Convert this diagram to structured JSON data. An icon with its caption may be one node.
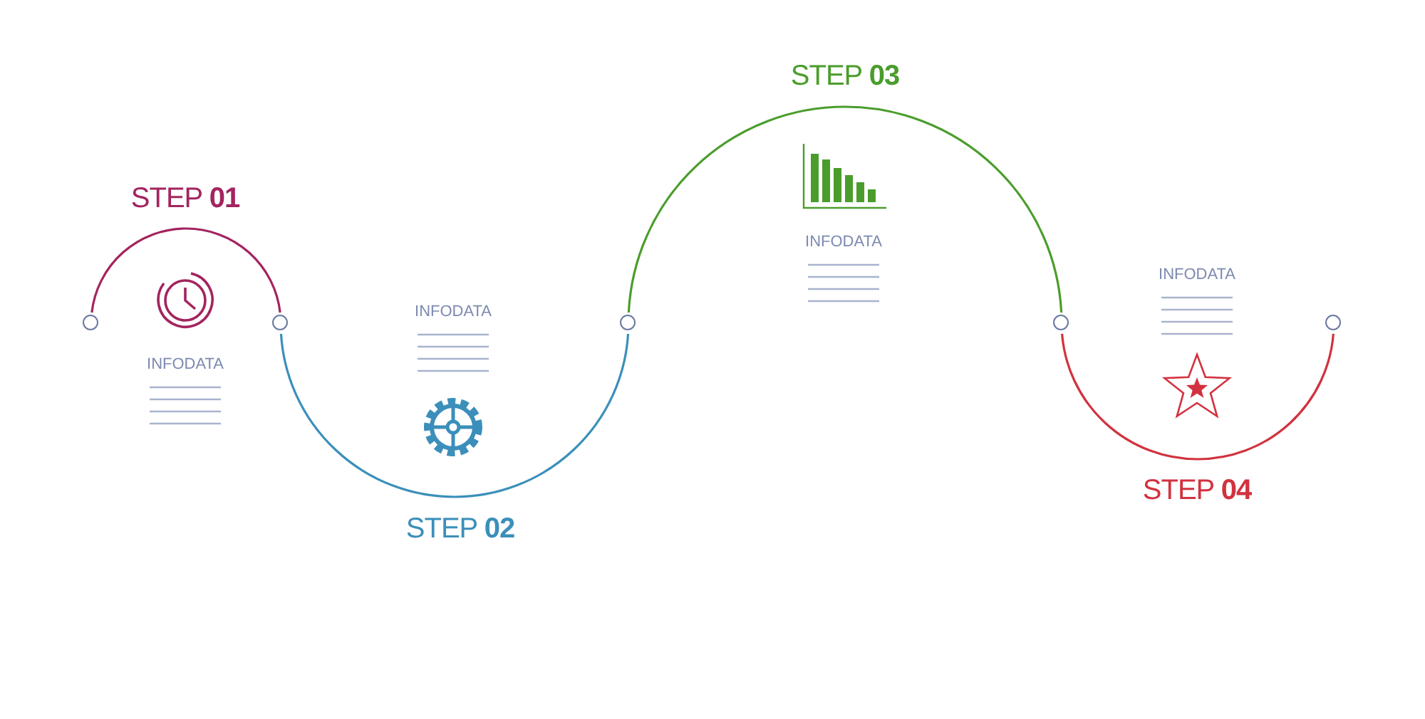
{
  "diagram": {
    "nodes": [
      {
        "text": [],
        "shape": "circle"
      },
      {
        "text": [],
        "shape": "circle"
      },
      {
        "text": [],
        "shape": "circle"
      },
      {
        "text": [],
        "shape": "circle"
      },
      {
        "text": [],
        "shape": "circle"
      }
    ],
    "edges": [
      {
        "from": 0,
        "to": 1,
        "arrow": "none",
        "label": "STEP **01**",
        "color": "#a3245f"
      },
      {
        "from": 1,
        "to": 2,
        "arrow": "none",
        "label": "STEP **02**",
        "color": "#3b8fba"
      },
      {
        "from": 2,
        "to": 3,
        "arrow": "none",
        "label": "STEP **03**",
        "color": "#4a9d2c"
      },
      {
        "from": 3,
        "to": 4,
        "arrow": "none",
        "label": "STEP **04**",
        "color": "#d2323f"
      }
    ],
    "labels": [
      "INFODATA",
      "INFODATA",
      "INFODATA",
      "INFODATA"
    ]
  }
}
